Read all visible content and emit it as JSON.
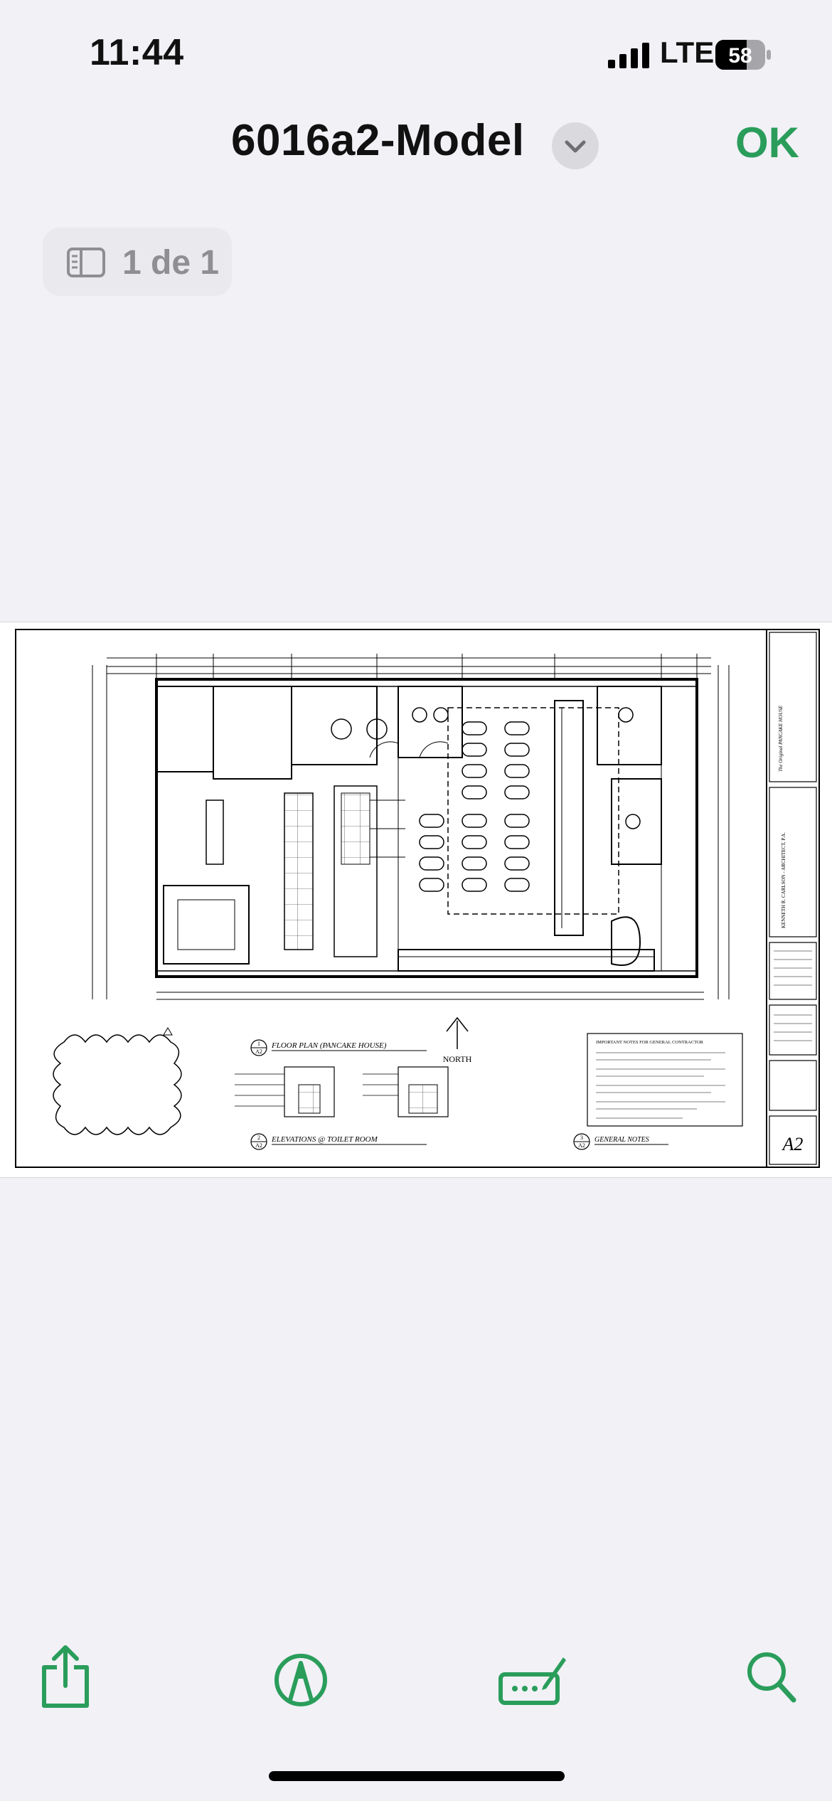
{
  "status_bar": {
    "time": "11:44",
    "network": "LTE",
    "battery": "58"
  },
  "header": {
    "title": "6016a2-Model",
    "done_label": "OK"
  },
  "page_indicator": {
    "label": "1 de 1"
  },
  "drawing": {
    "floor_plan_title": "FLOOR PLAN (PANCAKE HOUSE)",
    "elevations_title": "ELEVATIONS @ TOILET ROOM",
    "general_notes_title": "GENERAL NOTES",
    "important_notes_title": "IMPORTANT NOTES FOR GENERAL CONTRACTOR",
    "north_label": "NORTH",
    "sheet_number": "A2",
    "detail_1": "1",
    "detail_2": "2",
    "detail_3": "3",
    "detail_sheet": "A2",
    "project_name": "The Original PANCAKE HOUSE",
    "architect": "KENNETH R. CARLSON - ARCHITECT, P.A."
  },
  "toolbar": {
    "share_icon": "share-icon",
    "markup_icon": "markup-pen-icon",
    "signature_icon": "signature-icon",
    "search_icon": "search-icon"
  },
  "colors": {
    "accent": "#2a9d5b",
    "background": "#f1f1f6"
  }
}
